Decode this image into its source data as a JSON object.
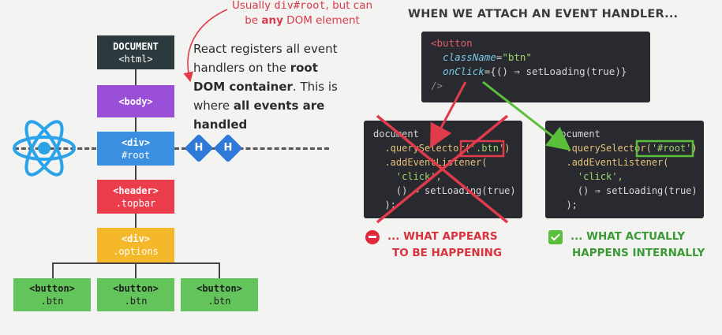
{
  "tree": {
    "document": {
      "line1": "DOCUMENT",
      "line2": "<html>",
      "color": "#2c3a3e"
    },
    "body": {
      "label": "<body>",
      "color": "#9a4fd8"
    },
    "root": {
      "line1": "<div>",
      "line2": "#root",
      "color": "#3b8fe0"
    },
    "header": {
      "line1": "<header>",
      "line2": ".topbar",
      "color": "#ec3d4d"
    },
    "options": {
      "line1": "<div>",
      "line2": ".options",
      "color": "#f4b82a"
    },
    "buttons": [
      {
        "line1": "<button>",
        "line2": ".btn"
      },
      {
        "line1": "<button>",
        "line2": ".btn"
      },
      {
        "line1": "<button>",
        "line2": ".btn"
      }
    ],
    "button_color": "#62c45a"
  },
  "handlers": [
    "H",
    "H"
  ],
  "note": {
    "pre": "Usually ",
    "code": "div#root",
    "mid": ", but can be ",
    "bold": "any",
    "post": " DOM element"
  },
  "explain": {
    "p1": "React registers all event handlers on the ",
    "b1": "root DOM container",
    "p2": ". This is where ",
    "b2": "all events are handled"
  },
  "heading": "WHEN WE ATTACH AN EVENT HANDLER...",
  "jsx": {
    "open": "<button",
    "attr1": "className",
    "val1": "\"btn\"",
    "attr2": "onClick",
    "eq": "={",
    "fn": "() ⇒ setLoading(true)",
    "close_brace": "}",
    "selfclose": "/>"
  },
  "code_bad": {
    "l1": "document",
    "l2a": "  .querySelector(",
    "l2b": "'.btn'",
    "l2c": ")",
    "l3": "  .addEventListener(",
    "l4": "    'click',",
    "l5": "    () ⇒ setLoading(true)",
    "l6": "  );"
  },
  "code_good": {
    "l1": "document",
    "l2a": "  .querySelector(",
    "l2b": "'#root'",
    "l2c": ")",
    "l3": "  .addEventListener(",
    "l4": "    'click',",
    "l5": "    () ⇒ setLoading(true)",
    "l6": "  );"
  },
  "label_bad": {
    "line1": "... WHAT APPEARS",
    "line2": "TO BE HAPPENING"
  },
  "label_good": {
    "line1": "... WHAT ACTUALLY",
    "line2": "HAPPENS INTERNALLY"
  },
  "colors": {
    "red": "#e13a4a",
    "green": "#5cbf3b",
    "react": "#2aa3e8"
  }
}
